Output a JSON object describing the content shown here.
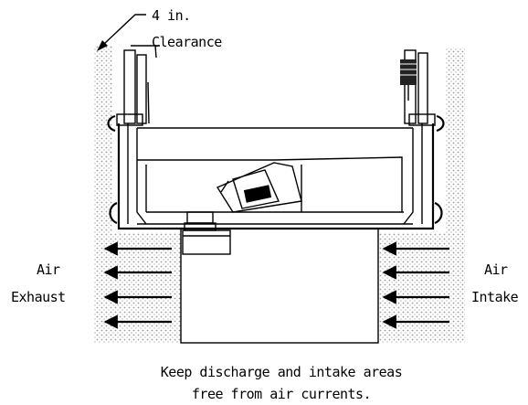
{
  "diagram": {
    "clearance_label": {
      "line1": "4 in.",
      "line2": "Clearance"
    },
    "exhaust_label": {
      "line1": "Air",
      "line2": "Exhaust"
    },
    "intake_label": {
      "line1": "Air",
      "line2": "Intake"
    },
    "caption": {
      "line1": "Keep discharge and intake areas",
      "line2": "free from air currents."
    },
    "icons": [
      "arrow-left-icon",
      "clearance-pointer-arrow-icon"
    ]
  }
}
